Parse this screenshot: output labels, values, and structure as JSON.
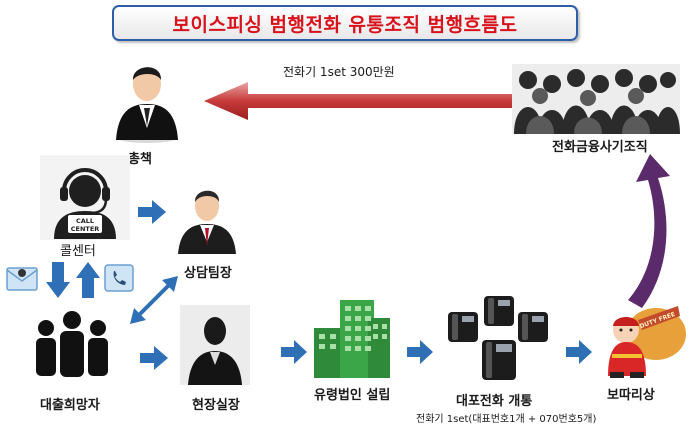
{
  "title": "보이스피싱 범행전화 유통조직 범행흐름도",
  "nodes": {
    "boss": "총책",
    "call_center": "콜센터",
    "team_leader": "상담팀장",
    "loan_applicants": "대출희망자",
    "field_manager": "현장실장",
    "ghost_company": "유령법인 설립",
    "phone_opening": "대포전화 개통",
    "courier": "보따리상",
    "finance_org": "전화금융사기조직"
  },
  "edges": {
    "payment_label": "전화기 1set 300만원",
    "phone_set_note": "전화기 1set(대표번호1개 + 070번호5개)"
  },
  "icons": {
    "call_center_badge_line1": "CALL",
    "call_center_badge_line2": "CENTER",
    "duty_free_text": "DUTY FREE"
  },
  "colors": {
    "title_red": "#d8111b",
    "title_border": "#2e5ea8",
    "arrow_blue": "#2f6fb5",
    "arrow_red": "#c63a3a",
    "arrow_purple": "#5b2a6b"
  }
}
